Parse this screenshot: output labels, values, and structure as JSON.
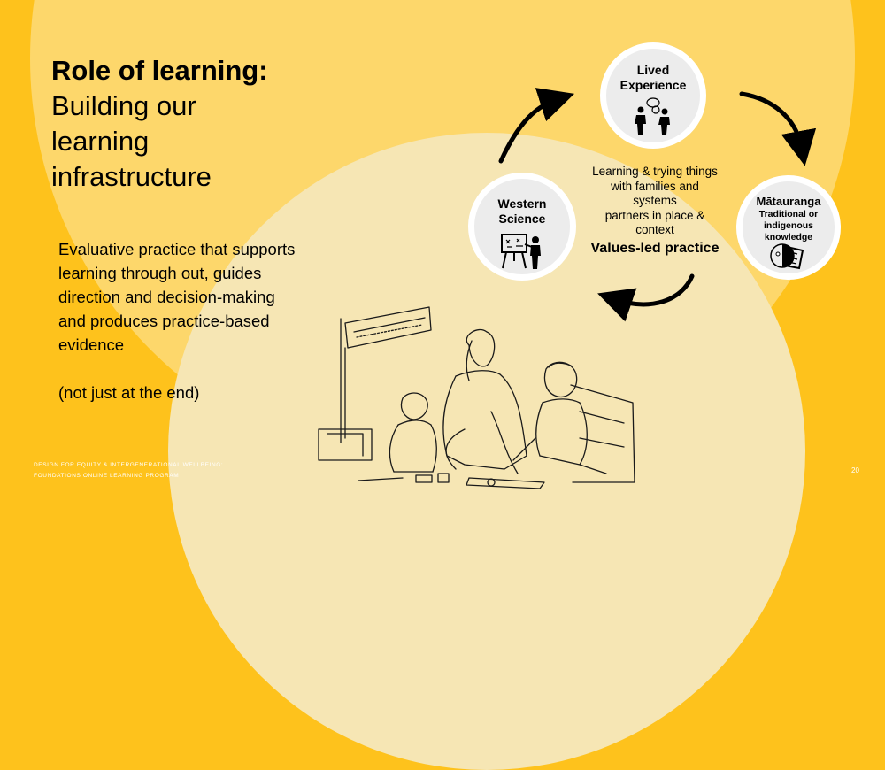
{
  "title": {
    "bold": "Role of learning:",
    "lines": [
      "Building our",
      "learning",
      "infrastructure"
    ]
  },
  "body": {
    "paragraph": [
      "Evaluative practice that supports",
      "learning through out, guides",
      "direction and decision-making",
      "and produces practice-based",
      "evidence"
    ],
    "note": "(not just at the end)"
  },
  "nodes": {
    "lived": {
      "label_1": "Lived",
      "label_2": "Experience",
      "icon": "people-talking-icon"
    },
    "western": {
      "label_1": "Western",
      "label_2": "Science",
      "icon": "teacher-board-icon"
    },
    "matauranga": {
      "label": "Mātauranga",
      "sub_1": "Traditional or",
      "sub_2": "indigenous",
      "sub_3": "knowledge",
      "icon": "indigenous-art-icon"
    }
  },
  "center": {
    "lines": [
      "Learning & trying things",
      "with families  and",
      "systems",
      "partners in place &",
      "context"
    ],
    "bold": "Values-led practice"
  },
  "footer": {
    "line_1": "DESIGN FOR EQUITY & INTERGENERATIONAL WELLBEING:",
    "line_2": "FOUNDATIONS ONLINE LEARNING PROGRAM"
  },
  "page_number": "20",
  "colors": {
    "background": "#fec21c",
    "ring_outer": "#fdd76b",
    "ring_inner": "#f6e6b4"
  }
}
